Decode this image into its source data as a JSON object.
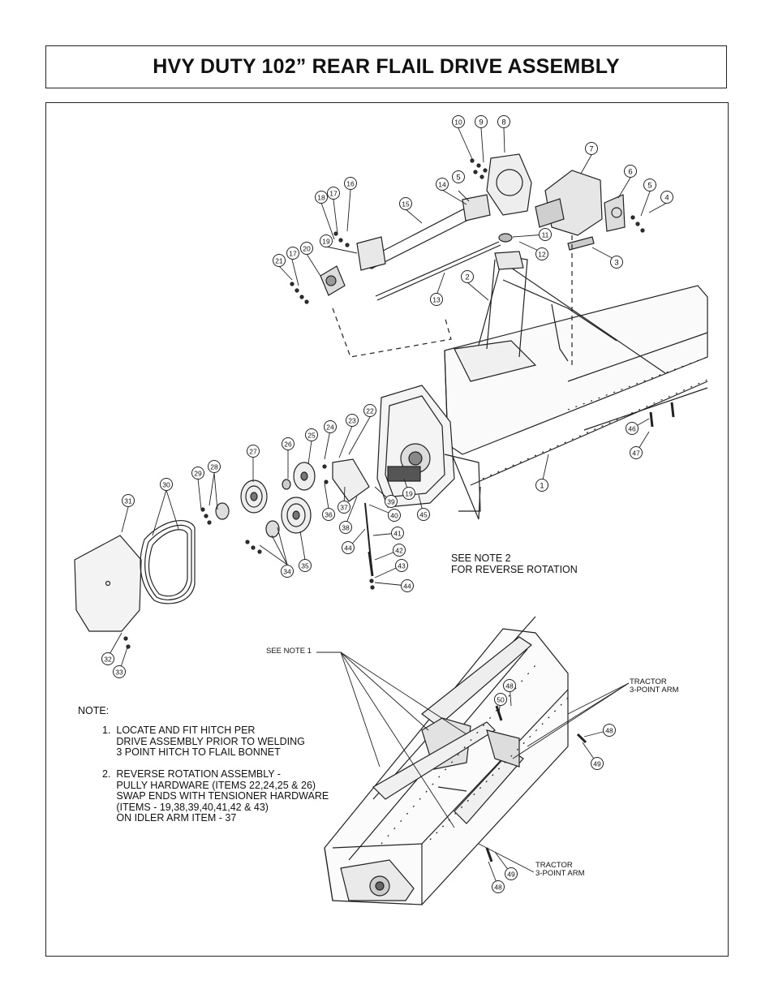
{
  "page": {
    "title": "HVY DUTY 102” REAR FLAIL DRIVE ASSEMBLY"
  },
  "callouts": {
    "c1": "1",
    "c2": "2",
    "c3": "3",
    "c4": "4",
    "c5a": "5",
    "c5b": "5",
    "c6": "6",
    "c7": "7",
    "c8": "8",
    "c9": "9",
    "c10": "10",
    "c11": "11",
    "c12": "12",
    "c13": "13",
    "c14": "14",
    "c15": "15",
    "c16": "16",
    "c17a": "17",
    "c17b": "17",
    "c18": "18",
    "c19a": "19",
    "c19b": "19",
    "c20": "20",
    "c21": "21",
    "c22": "22",
    "c23": "23",
    "c24": "24",
    "c25": "25",
    "c26": "26",
    "c27": "27",
    "c28": "28",
    "c29": "29",
    "c30": "30",
    "c31": "31",
    "c32": "32",
    "c33": "33",
    "c34": "34",
    "c35": "35",
    "c36": "36",
    "c37": "37",
    "c38": "38",
    "c39": "39",
    "c40": "40",
    "c41": "41",
    "c42": "42",
    "c43": "43",
    "c44a": "44",
    "c44b": "44",
    "c45": "45",
    "c46": "46",
    "c47": "47",
    "c48a": "48",
    "c48b": "48",
    "c48c": "48",
    "c49a": "49",
    "c49b": "49",
    "c50": "50"
  },
  "labels": {
    "see_note_2": "SEE NOTE 2\nFOR REVERSE ROTATION",
    "see_note_1": "SEE NOTE 1",
    "tractor_arm_top": "TRACTOR\n3-POINT ARM",
    "tractor_arm_bottom": "TRACTOR\n3-POINT ARM"
  },
  "notes": {
    "heading": "NOTE:",
    "note1": "1.  LOCATE AND FIT HITCH PER\n     DRIVE ASSEMBLY PRIOR TO WELDING\n     3 POINT HITCH TO FLAIL BONNET",
    "note2": "2.  REVERSE ROTATION ASSEMBLY -\n     PULLY HARDWARE (ITEMS 22,24,25 & 26)\n     SWAP ENDS WITH TENSIONER HARDWARE\n     (ITEMS - 19,38,39,40,41,42 & 43)\n     ON IDLER ARM ITEM - 37"
  }
}
